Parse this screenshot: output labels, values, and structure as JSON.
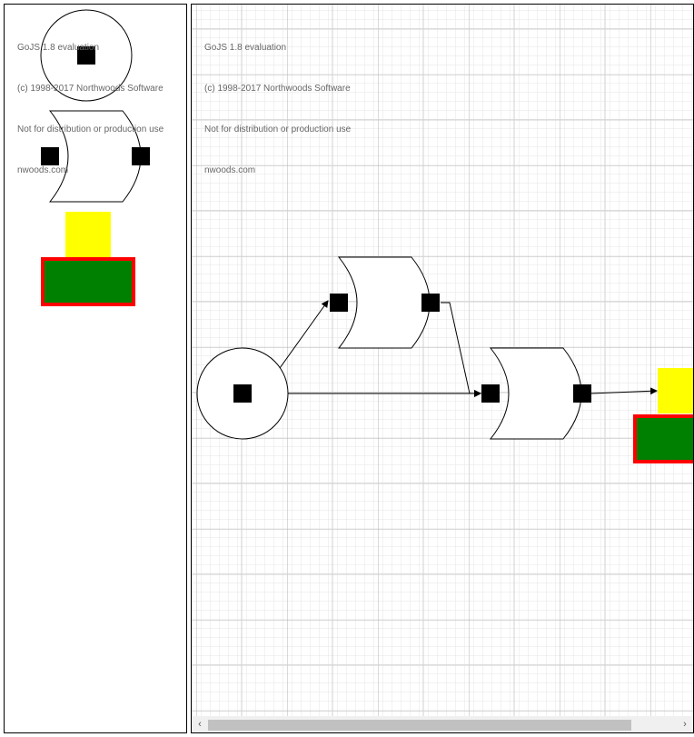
{
  "watermark": {
    "line1": "GoJS 1.8 evaluation",
    "line2": "(c) 1998-2017 Northwoods Software",
    "line3": "Not for distribution or production use",
    "line4": "nwoods.com"
  },
  "colors": {
    "node_fill": "#ffffff",
    "port_fill": "#000000",
    "yellow": "#ffff00",
    "green": "#008000",
    "red": "#ff0000",
    "grid_minor": "#e6e6e6",
    "grid_major": "#b4b4b4"
  },
  "icons": {
    "scroll_left": "‹",
    "scroll_right": "›"
  }
}
